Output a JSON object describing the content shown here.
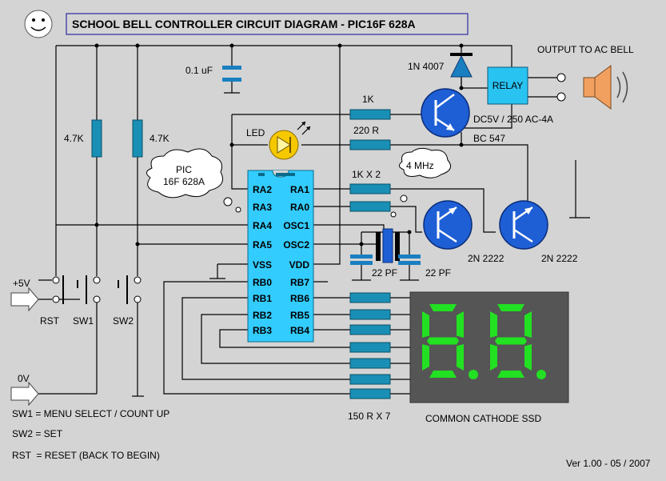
{
  "title": "SCHOOL BELL CONTROLLER CIRCUIT DIAGRAM - PIC16F 628A",
  "version": "Ver 1.00 - 05 / 2007",
  "mcu": {
    "cloud_line1": "PIC",
    "cloud_line2": "16F 628A",
    "left_pins": [
      "RA2",
      "RA3",
      "RA4",
      "RA5",
      "VSS",
      "RB0",
      "RB1",
      "RB2",
      "RB3"
    ],
    "right_pins": [
      "RA1",
      "RA0",
      "OSC1",
      "OSC2",
      "VDD",
      "RB7",
      "RB6",
      "RB5",
      "RB4"
    ]
  },
  "components": {
    "cap_main": "0.1 uF",
    "res_pullup_1": "4.7K",
    "res_pullup_2": "4.7K",
    "diode": "1N 4007",
    "relay_box": "RELAY",
    "relay_rating": "DC5V / 250 AC-4A",
    "output_label": "OUTPUT TO AC BELL",
    "res_1k": "1K",
    "led": "LED",
    "res_220": "220 R",
    "transistor_bc": "BC 547",
    "crystal": "4 MHz",
    "res_1k_x2": "1K X 2",
    "transistor_1": "2N 2222",
    "transistor_2": "2N 2222",
    "cap_crystal_1": "22 PF",
    "cap_crystal_2": "22 PF",
    "res_150": "150 R X 7",
    "display": "COMMON CATHODE SSD",
    "display_digits": "8.8."
  },
  "power": {
    "plus5v": "+5V",
    "zero_v": "0V"
  },
  "switches": {
    "rst": "RST",
    "sw1": "SW1",
    "sw2": "SW2"
  },
  "legend": [
    "SW1 = MENU SELECT / COUNT UP",
    "SW2 = SET",
    "RST  = RESET (BACK TO BEGIN)"
  ],
  "colors": {
    "background": "#d4d4d4",
    "chip": "#33ccff",
    "resistor": "#1a8fb5",
    "relay": "#29c3f2",
    "transistor": "#1e5fd6",
    "led": "#f5c800",
    "segment_on": "#22e022",
    "display_bg": "#555555"
  }
}
